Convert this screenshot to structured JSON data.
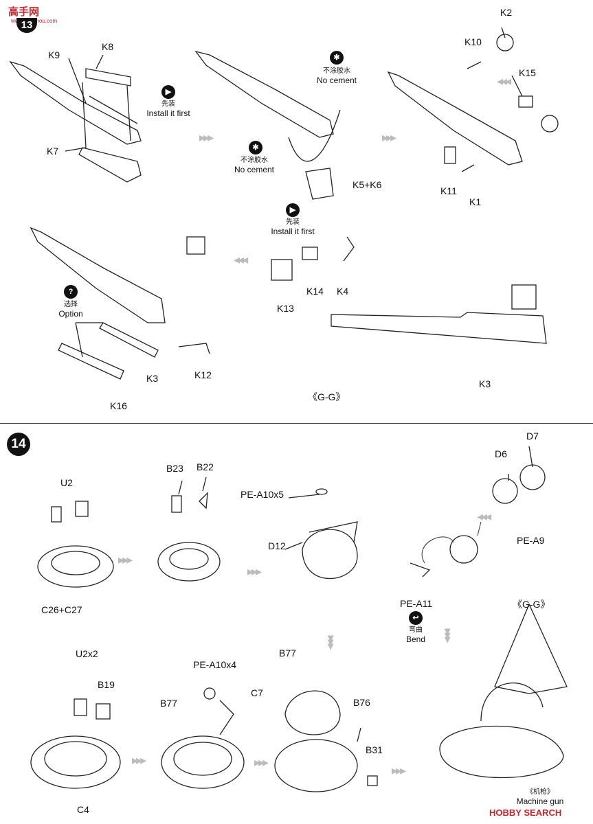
{
  "watermark": {
    "top_left": "高手网",
    "top_left_url": "www.gaoshou.com",
    "bottom_right": "HOBBY SEARCH"
  },
  "steps": {
    "upper": "13",
    "lower": "14"
  },
  "notes": {
    "install_first_cn": "先装",
    "install_first_en": "Install it first",
    "no_cement_cn": "不涂胶水",
    "no_cement_en": "No cement",
    "option_cn": "选择",
    "option_en": "Option",
    "bend_cn": "弯曲",
    "bend_en": "Bend",
    "machine_gun_cn": "《机枪》",
    "machine_gun_en": "Machine gun"
  },
  "labels": {
    "k9": "K9",
    "k8": "K8",
    "k7": "K7",
    "k5k6": "K5+K6",
    "k2": "K2",
    "k10": "K10",
    "k15": "K15",
    "k11": "K11",
    "k1": "K1",
    "k13": "K13",
    "k14": "K14",
    "k4": "K4",
    "k3a": "K3",
    "k3b": "K3",
    "k12": "K12",
    "k16": "K16",
    "gg1": "《G-G》",
    "u2": "U2",
    "c26c27": "C26+C27",
    "b23": "B23",
    "b22": "B22",
    "pea10x5": "PE-A10x5",
    "d12": "D12",
    "d7": "D7",
    "d6": "D6",
    "pea9": "PE-A9",
    "pea11": "PE-A11",
    "gg2": "《G-G》",
    "u2x2": "U2x2",
    "b19": "B19",
    "c4": "C4",
    "pea10x4": "PE-A10x4",
    "c7": "C7",
    "b77a": "B77",
    "b77b": "B77",
    "b76": "B76",
    "b31": "B31"
  },
  "icons": {
    "install": "install-first-icon",
    "nocement": "no-cement-icon",
    "option": "option-icon",
    "bend": "bend-icon"
  }
}
